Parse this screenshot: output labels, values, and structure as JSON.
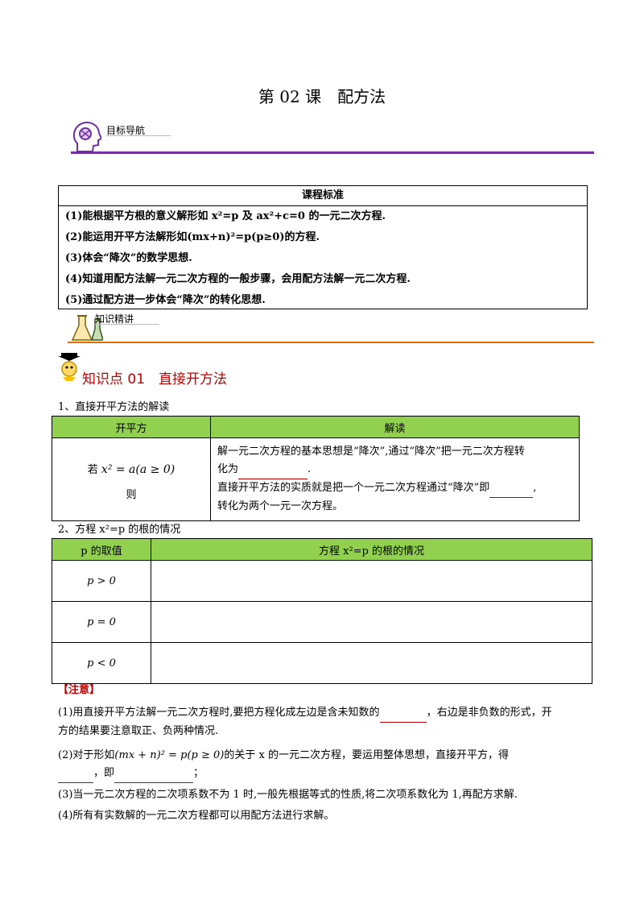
{
  "title": "第 02 课　配方法",
  "nav1": {
    "label": "目标导航"
  },
  "standards": {
    "header": "课程标准",
    "items": [
      "(1)能根据平方根的意义解形如 x²=p 及 ax²+c=0 的一元二次方程.",
      "(2)能运用开平方法解形如(mx+n)²=p(p≥0)的方程.",
      "(3)体会“降次”的数学思想.",
      "(4)知道用配方法解一元二次方程的一般步骤，会用配方法解一元二次方程.",
      "(5)通过配方进一步体会“降次”的转化思想."
    ]
  },
  "nav2": {
    "label": "知识精讲"
  },
  "kp": {
    "title": "知识点 01　直接开方法"
  },
  "sec1": {
    "heading": "1、直接开平方法的解读",
    "col1": "开平方",
    "col2": "解读",
    "left_prefix": "若",
    "left_math": "x² = a(a ≥ 0)",
    "left_then": "则",
    "right_line1": "解一元二次方程的基本思想是“降次”,通过“降次”把一元二次方程转",
    "right_line2a": "化为",
    "right_line2b": ".",
    "right_line3a": "直接开平方法的实质就是把一个一元二次方程通过“降次”即",
    "right_line3b": ",",
    "right_line4": "转化为两个一元一次方程。"
  },
  "sec2": {
    "heading": "2、方程 x²=p 的根的情况",
    "col1": "p 的取值",
    "col2": "方程 x²=p 的根的情况",
    "rows": [
      "p > 0",
      "p = 0",
      "p < 0"
    ]
  },
  "notes": {
    "label": "【注意】",
    "n1a": "(1)用直接开平方法解一元二次方程时,要把方程化成左边是含未知数的",
    "n1b": "，右边是非负数的形式，开",
    "n1c": "方的结果要注意取正、负两种情况.",
    "n2a": "(2)对于形如",
    "n2math": "(mx + n)² = p(p ≥ 0)",
    "n2b": "的关于 x 的一元二次方程，要运用整体思想，直接开平方，得",
    "n2c": "，即",
    "n2d": "；",
    "n3": "(3)当一元二次方程的二次项系数不为 1 时,一般先根据等式的性质,将二次项系数化为 1,再配方求解.",
    "n4": "(4)所有有实数解的一元二次方程都可以用配方法进行求解。"
  }
}
